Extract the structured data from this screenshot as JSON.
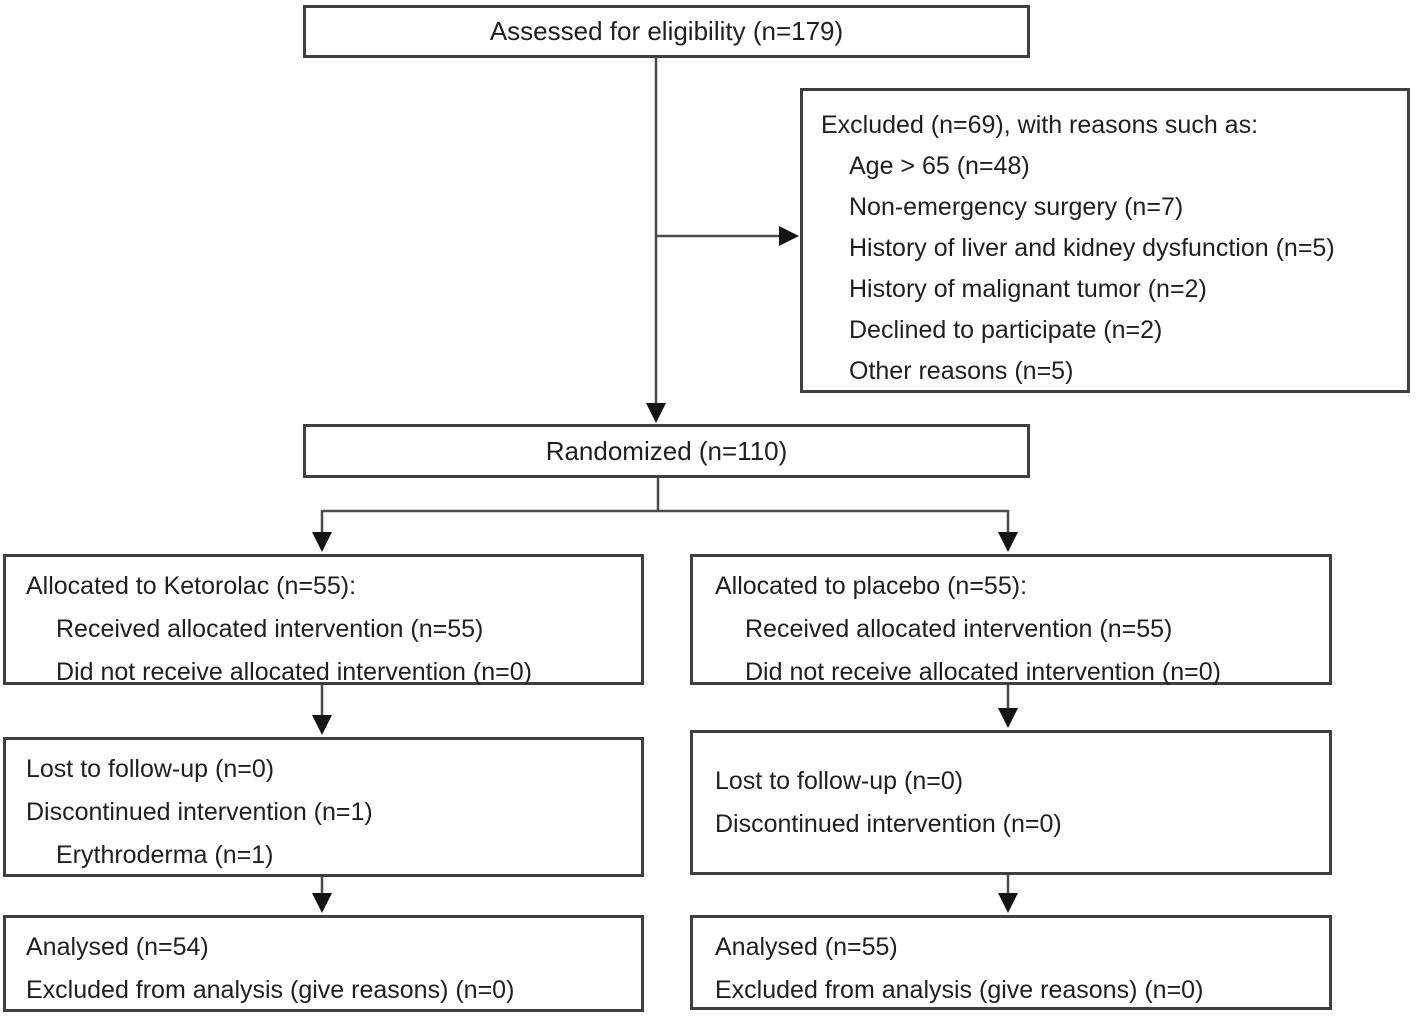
{
  "nodes": {
    "assessed": {
      "text": "Assessed for eligibility (n=179)"
    },
    "excluded": {
      "lines": [
        {
          "text": "Excluded (n=69), with reasons such as:"
        },
        {
          "text": "Age > 65 (n=48)"
        },
        {
          "text": "Non-emergency surgery (n=7)"
        },
        {
          "text": "History of liver and kidney dysfunction (n=5)"
        },
        {
          "text": "History of malignant tumor (n=2)"
        },
        {
          "text": "Declined to participate (n=2)"
        },
        {
          "text": "Other reasons (n=5)"
        }
      ]
    },
    "randomized": {
      "text": "Randomized (n=110)"
    },
    "alloc_left": {
      "lines": [
        {
          "text": "Allocated to Ketorolac (n=55):"
        },
        {
          "text": "Received allocated intervention (n=55)"
        },
        {
          "text": "Did not receive allocated intervention (n=0)"
        }
      ]
    },
    "alloc_right": {
      "lines": [
        {
          "text": "Allocated to placebo (n=55):"
        },
        {
          "text": "Received allocated intervention (n=55)"
        },
        {
          "text": "Did not receive allocated intervention (n=0)"
        }
      ]
    },
    "followup_left": {
      "lines": [
        {
          "text": "Lost to follow-up (n=0)"
        },
        {
          "text": "Discontinued intervention (n=1)"
        },
        {
          "text": "Erythroderma (n=1)"
        }
      ]
    },
    "followup_right": {
      "lines": [
        {
          "text": "Lost to follow-up (n=0)"
        },
        {
          "text": "Discontinued intervention (n=0)"
        }
      ]
    },
    "analysis_left": {
      "lines": [
        {
          "text": "Analysed (n=54)"
        },
        {
          "text": "Excluded from analysis (give reasons) (n=0)"
        }
      ]
    },
    "analysis_right": {
      "lines": [
        {
          "text": "Analysed (n=55)"
        },
        {
          "text": "Excluded from analysis (give reasons) (n=0)"
        }
      ]
    }
  },
  "colors": {
    "box_border": "#3f3f3f",
    "connector": "#4b4b4b",
    "arrowhead": "#151515",
    "text": "#1f1f1f",
    "background": "#ffffff"
  }
}
